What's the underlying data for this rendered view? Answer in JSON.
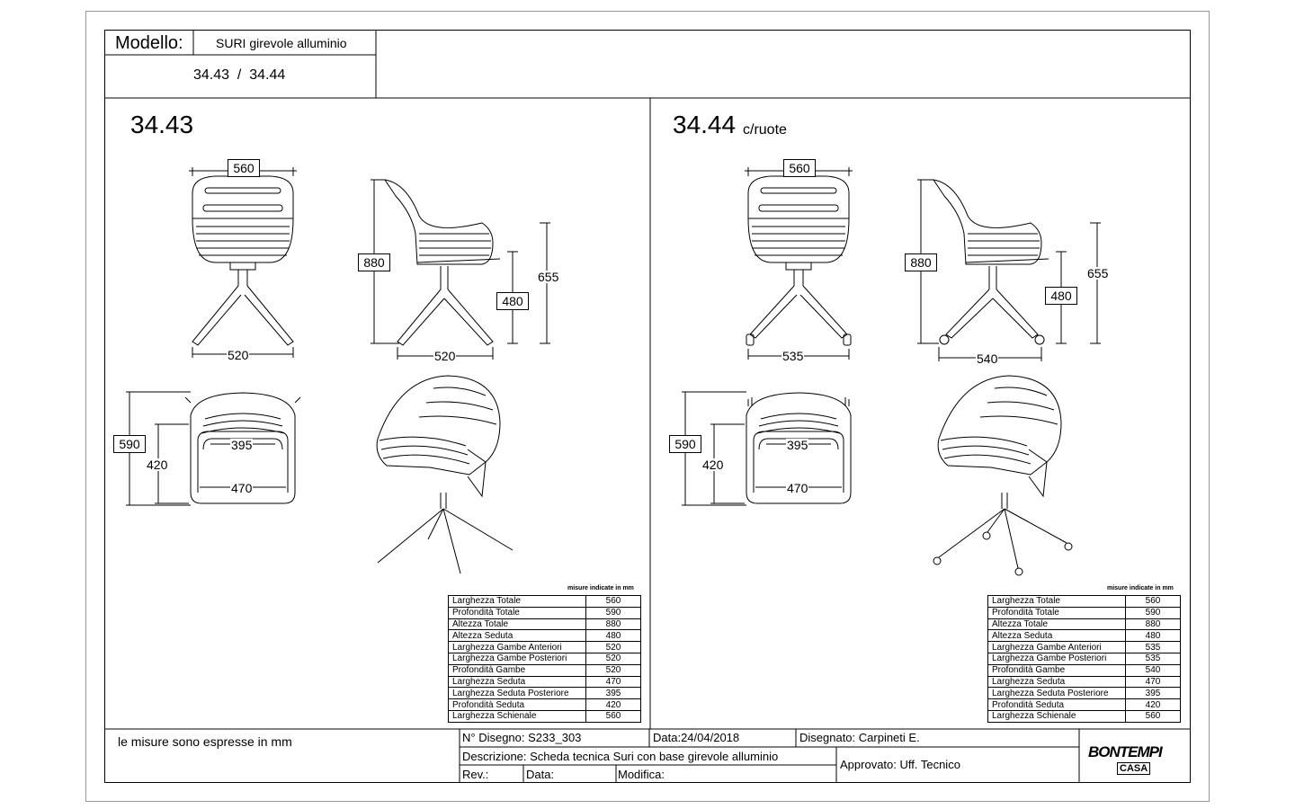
{
  "header": {
    "model_label": "Modello:",
    "model_name": "SURI girevole alluminio",
    "model_codes": "34.43  /  34.44"
  },
  "views": {
    "left": {
      "code": "34.43",
      "suffix": ""
    },
    "right": {
      "code": "34.44",
      "suffix": "c/ruote"
    }
  },
  "dims_left": {
    "front_width": "560",
    "height_total": "880",
    "height_arm": "655",
    "seat_height": "480",
    "front_base": "520",
    "side_base": "520",
    "depth_total": "590",
    "seat_depth": "420",
    "seat_rear_width": "395",
    "seat_width": "470"
  },
  "dims_right": {
    "front_width": "560",
    "height_total": "880",
    "height_arm": "655",
    "seat_height": "480",
    "front_base": "535",
    "side_base": "540",
    "depth_total": "590",
    "seat_depth": "420",
    "seat_rear_width": "395",
    "seat_width": "470"
  },
  "unit_note": "misure indicate in mm",
  "specs_left": [
    {
      "label": "Larghezza Totale",
      "value": "560"
    },
    {
      "label": "Profondità Totale",
      "value": "590"
    },
    {
      "label": "Altezza Totale",
      "value": "880"
    },
    {
      "label": "Altezza Seduta",
      "value": "480"
    },
    {
      "label": "Larghezza Gambe Anteriori",
      "value": "520"
    },
    {
      "label": "Larghezza Gambe Posteriori",
      "value": "520"
    },
    {
      "label": "Profondità Gambe",
      "value": "520"
    },
    {
      "label": "Larghezza Seduta",
      "value": "470"
    },
    {
      "label": "Larghezza Seduta Posteriore",
      "value": "395"
    },
    {
      "label": "Profondità Seduta",
      "value": "420"
    },
    {
      "label": "Larghezza Schienale",
      "value": "560"
    }
  ],
  "specs_right": [
    {
      "label": "Larghezza Totale",
      "value": "560"
    },
    {
      "label": "Profondità Totale",
      "value": "590"
    },
    {
      "label": "Altezza Totale",
      "value": "880"
    },
    {
      "label": "Altezza Seduta",
      "value": "480"
    },
    {
      "label": "Larghezza Gambe Anteriori",
      "value": "535"
    },
    {
      "label": "Larghezza Gambe Posteriori",
      "value": "535"
    },
    {
      "label": "Profondità Gambe",
      "value": "540"
    },
    {
      "label": "Larghezza Seduta",
      "value": "470"
    },
    {
      "label": "Larghezza Seduta Posteriore",
      "value": "395"
    },
    {
      "label": "Profondità Seduta",
      "value": "420"
    },
    {
      "label": "Larghezza Schienale",
      "value": "560"
    }
  ],
  "footer": {
    "note": "le misure sono espresse in mm",
    "drawing_no": "N° Disegno: S233_303",
    "date": "Data:24/04/2018",
    "drawn_by": "Disegnato: Carpineti E.",
    "description": "Descrizione: Scheda tecnica Suri con base girevole alluminio",
    "rev": "Rev.:",
    "data": "Data:",
    "modifica": "Modifica:",
    "approved": "Approvato: Uff. Tecnico",
    "logo_top": "BONTEMPI",
    "logo_bottom": "CASA"
  }
}
